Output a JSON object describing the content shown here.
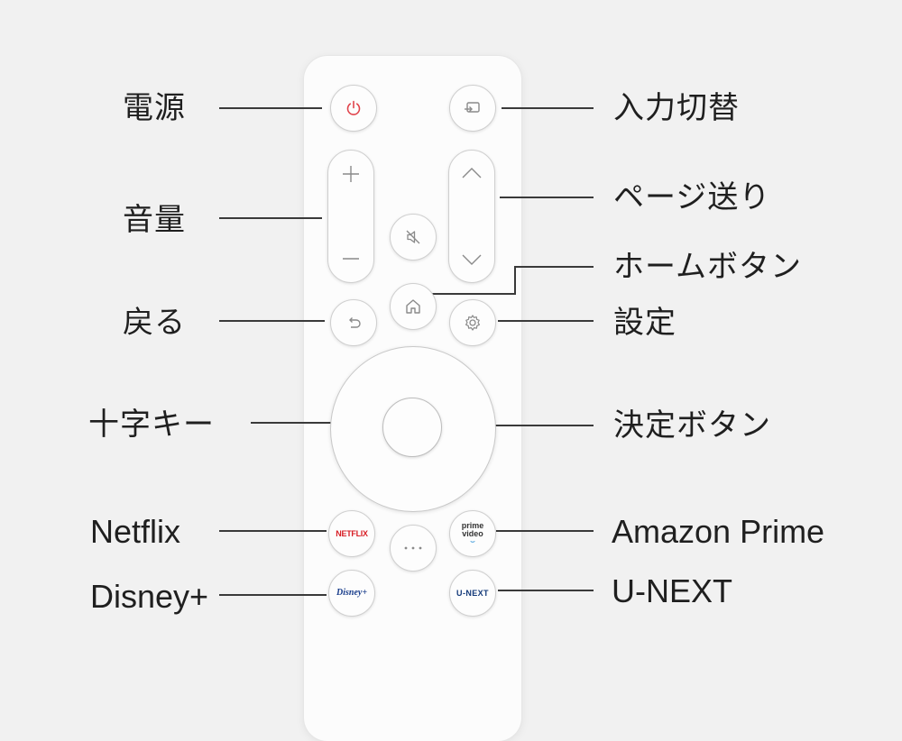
{
  "labels": {
    "power": "電源",
    "input": "入力切替",
    "volume": "音量",
    "page": "ページ送り",
    "home": "ホームボタン",
    "back": "戻る",
    "settings": "設定",
    "dpad": "十字キー",
    "ok": "決定ボタン",
    "netflix": "Netflix",
    "prime": "Amazon Prime",
    "disney": "Disney+",
    "unext": "U-NEXT"
  },
  "logos": {
    "netflix": "NETFLIX",
    "disney": "Disney+",
    "unext": "U-NEXT",
    "prime_line1": "prime",
    "prime_line2": "video"
  },
  "icons": {
    "power": "power-icon",
    "input": "input-switch-icon",
    "volume_up": "plus-icon",
    "volume_down": "minus-icon",
    "mute": "mute-icon",
    "page_up": "chevron-up-icon",
    "page_down": "chevron-down-icon",
    "home": "home-icon",
    "back": "back-arrow-icon",
    "settings": "gear-icon",
    "more": "ellipsis-icon"
  },
  "colors": {
    "power": "#e0444c",
    "netflix": "#d81f26",
    "disney": "#1a3e8c",
    "unext": "#143a7a",
    "prime_arrow": "#2a8fd6"
  }
}
